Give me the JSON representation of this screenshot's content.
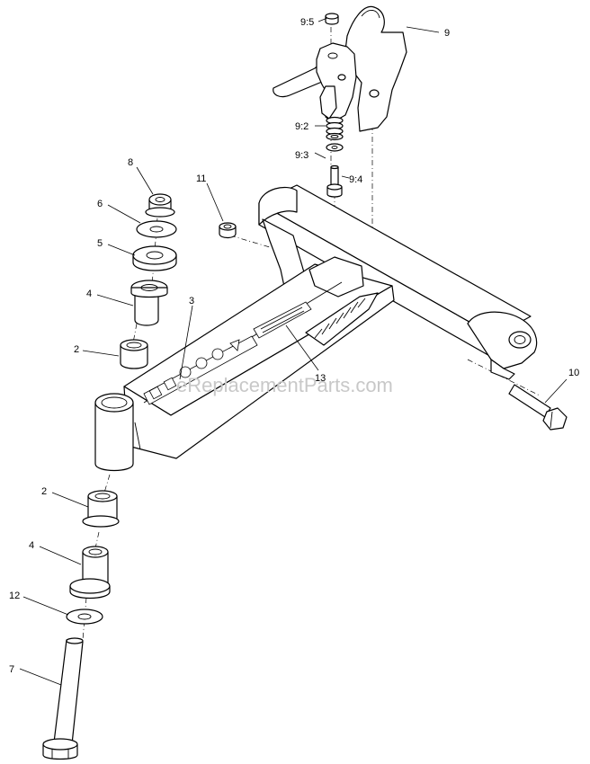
{
  "watermark": "eReplacementParts.com",
  "callouts": {
    "c1": "9:5",
    "c2": "9",
    "c3": "9:2",
    "c4": "9:3",
    "c5": "9:4",
    "c6": "8",
    "c7": "11",
    "c8": "6",
    "c9": "5",
    "c10": "4",
    "c11": "3",
    "c12": "2",
    "c13": "13",
    "c14": "10",
    "c15": "2",
    "c16": "4",
    "c17": "12",
    "c18": "7"
  }
}
